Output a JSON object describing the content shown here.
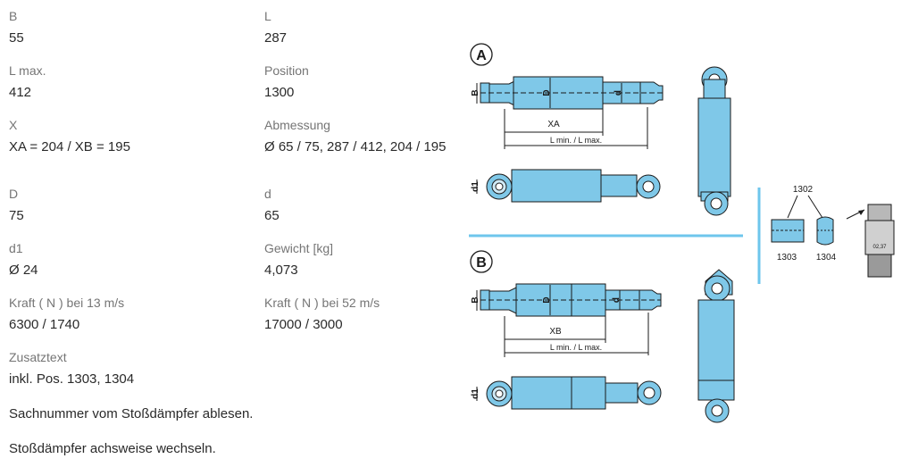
{
  "specs": [
    {
      "label": "B",
      "value": "55"
    },
    {
      "label": "L",
      "value": "287"
    },
    {
      "label": "L max.",
      "value": "412"
    },
    {
      "label": "Position",
      "value": "1300"
    },
    {
      "label": "X",
      "value": "XA = 204 / XB = 195"
    },
    {
      "label": "Abmessung",
      "value": "Ø 65 / 75, 287 / 412, 204 / 195"
    },
    {
      "label": "D",
      "value": "75"
    },
    {
      "label": "d",
      "value": "65"
    },
    {
      "label": "d1",
      "value": "Ø 24"
    },
    {
      "label": "Gewicht [kg]",
      "value": "4,073"
    },
    {
      "label": "Kraft ( N ) bei 13 m/s",
      "value": "6300 / 1740"
    },
    {
      "label": "Kraft ( N ) bei 52 m/s",
      "value": "17000 / 3000"
    },
    {
      "label": "Zusatztext",
      "value": "inkl. Pos. 1303, 1304"
    }
  ],
  "notes": [
    "Sachnummer vom Stoßdämpfer ablesen.",
    "Stoßdämpfer achsweise wechseln."
  ],
  "diagram": {
    "section_a": "A",
    "section_b": "B",
    "dim_b": "B",
    "dim_d_big": "D",
    "dim_d_small": "d",
    "dim_d1": "d1",
    "dim_xa": "XA",
    "dim_xb": "XB",
    "dim_l": "L min. / L max.",
    "part_1302": "1302",
    "part_1303": "1303",
    "part_1304": "1304",
    "tiny_label": "02,37"
  },
  "colors": {
    "part_blue": "#7fc8e8",
    "divider": "#6ec6ec"
  }
}
